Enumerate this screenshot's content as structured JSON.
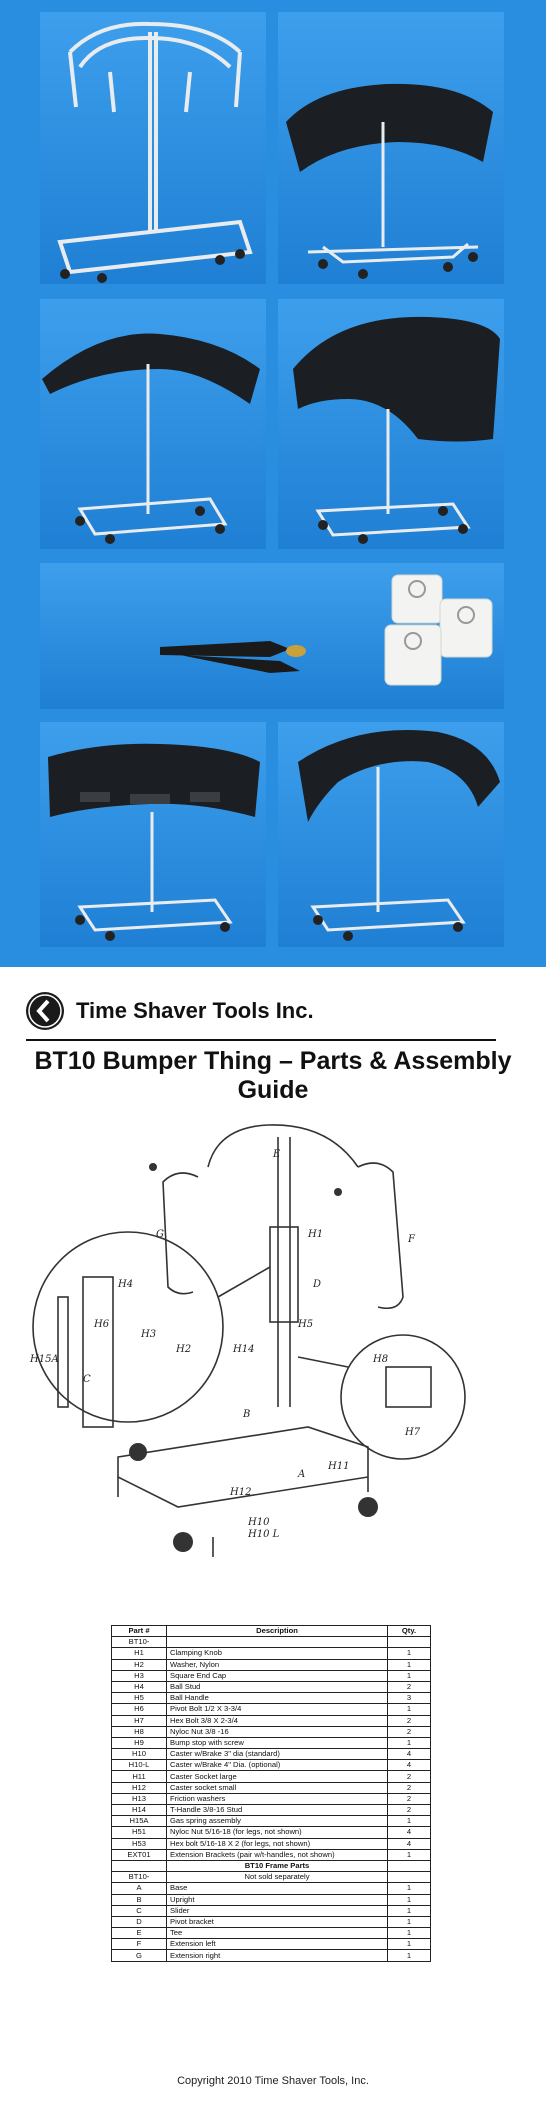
{
  "photos": [
    {
      "id": "stand-empty"
    },
    {
      "id": "stand-bumper-1"
    },
    {
      "id": "stand-bumper-2"
    },
    {
      "id": "stand-fender"
    },
    {
      "id": "accessories"
    },
    {
      "id": "stand-bumper-3"
    },
    {
      "id": "stand-bumper-4"
    }
  ],
  "header": {
    "company": "Time Shaver Tools Inc.",
    "title": "BT10  Bumper Thing –  Parts & Assembly Guide"
  },
  "diagram": {
    "labels": [
      "E",
      "G",
      "F",
      "D",
      "H1",
      "H2",
      "H3",
      "H4",
      "H5",
      "H6",
      "H7",
      "H8",
      "H10",
      "H10 L",
      "H11",
      "H12",
      "H14",
      "H15A",
      "B",
      "C",
      "A"
    ]
  },
  "parts_table": {
    "headers": [
      "Part #",
      "Description",
      "Qty."
    ],
    "prefix_row": "BT10-",
    "rows": [
      [
        "H1",
        "Clamping Knob",
        "1"
      ],
      [
        "H2",
        "Washer, Nylon",
        "1"
      ],
      [
        "H3",
        "Square End Cap",
        "1"
      ],
      [
        "H4",
        "Ball Stud",
        "2"
      ],
      [
        "H5",
        "Ball Handle",
        "3"
      ],
      [
        "H6",
        "Pivot Bolt 1/2 X 3-3/4",
        "1"
      ],
      [
        "H7",
        "Hex Bolt 3/8 X 2-3/4",
        "2"
      ],
      [
        "H8",
        "Nyloc Nut 3/8 -16",
        "2"
      ],
      [
        "H9",
        "Bump stop with screw",
        "1"
      ],
      [
        "H10",
        "Caster w/Brake 3\" dia (standard)",
        "4"
      ],
      [
        "H10-L",
        "Caster w/Brake 4\" Dia. (optional)",
        "4"
      ],
      [
        "H11",
        "Caster Socket large",
        "2"
      ],
      [
        "H12",
        "Caster socket small",
        "2"
      ],
      [
        "H13",
        "Friction washers",
        "2"
      ],
      [
        "H14",
        "T-Handle 3/8-16 Stud",
        "2"
      ],
      [
        "H15A",
        "Gas spring assembly",
        "1"
      ],
      [
        "H51",
        "Nyloc Nut 5/16-18  (for legs,  not shown)",
        "4"
      ],
      [
        "H53",
        "Hex bolt 5/16-18 X 2  (for legs, not shown)",
        "4"
      ],
      [
        "EXT01",
        "Extension Brackets (pair w/t-handles, not shown)",
        "1"
      ]
    ],
    "frame_heading": "BT10 Frame Parts",
    "frame_prefix": "BT10-",
    "frame_note": "Not sold separately",
    "frame_rows": [
      [
        "A",
        "Base",
        "1"
      ],
      [
        "B",
        "Upright",
        "1"
      ],
      [
        "C",
        "Slider",
        "1"
      ],
      [
        "D",
        "Pivot bracket",
        "1"
      ],
      [
        "E",
        "Tee",
        "1"
      ],
      [
        "F",
        "Extension left",
        "1"
      ],
      [
        "G",
        "Extension right",
        "1"
      ]
    ]
  },
  "footer": {
    "copyright": "Copyright 2010 Time Shaver Tools, Inc."
  }
}
